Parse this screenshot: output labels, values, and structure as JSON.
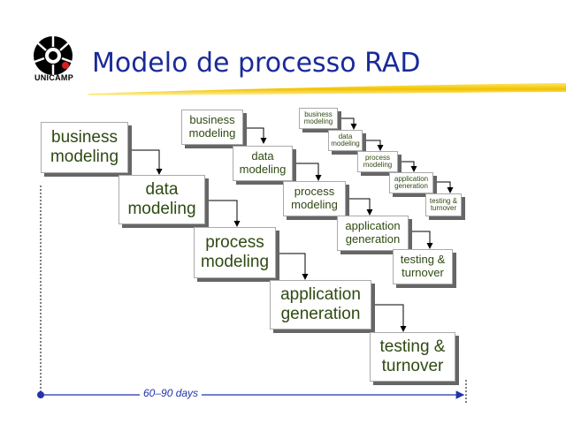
{
  "header": {
    "title": "Modelo de processo RAD",
    "logo_text": "UNICAMP"
  },
  "stages": {
    "big": {
      "business": [
        "business",
        "modeling"
      ],
      "data": [
        "data",
        "modeling"
      ],
      "process": [
        "process",
        "modeling"
      ],
      "application": [
        "application",
        "generation"
      ],
      "testing": [
        "testing &",
        "turnover"
      ]
    },
    "medium": {
      "business": [
        "business",
        "modeling"
      ],
      "data": [
        "data",
        "modeling"
      ],
      "process": [
        "process",
        "modeling"
      ],
      "application": [
        "application",
        "generation"
      ],
      "testing": [
        "testing &",
        "turnover"
      ]
    },
    "small": {
      "business": [
        "business",
        "modeling"
      ],
      "data": [
        "data",
        "modeling"
      ],
      "process": [
        "process",
        "modeling"
      ],
      "application": [
        "application",
        "generation"
      ],
      "testing": [
        "testing &",
        "turnover"
      ]
    }
  },
  "timeline": {
    "label": "60–90 days"
  },
  "colors": {
    "title": "#1a2a9a",
    "box_text": "#2f4a12",
    "accent_bar": "#f2c200",
    "timeline": "#2233aa"
  }
}
